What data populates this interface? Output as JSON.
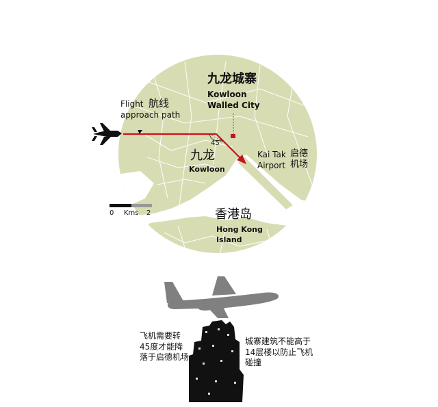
{
  "map": {
    "walled_city_cn": "九龙城寨",
    "walled_city_en_line1": "Kowloon",
    "walled_city_en_line2": "Walled City",
    "flight_en_line1": "Flight",
    "flight_en_line2": "approach path",
    "flight_cn": "航线",
    "kowloon_cn": "九龙",
    "kowloon_en": "Kowloon",
    "angle": "45°",
    "kaitak_en_line1": "Kai Tak",
    "kaitak_en_line2": "Airport",
    "kaitak_cn_line1": "启德",
    "kaitak_cn_line2": "机场",
    "hk_cn": "香港岛",
    "hk_en_line1": "Hong Kong",
    "hk_en_line2": "Island",
    "scale_zero": "0",
    "scale_unit": "Kms",
    "scale_two": "2"
  },
  "colors": {
    "land": "#d8dcb3",
    "streets": "#ffffff",
    "route": "#c2161b",
    "silhouette": "#808080",
    "tower": "#111111"
  },
  "notes": {
    "left": "飞机需要转45度才能降落于启德机场",
    "right": "城寨建筑不能高于14层楼以防止飞机碰撞"
  }
}
